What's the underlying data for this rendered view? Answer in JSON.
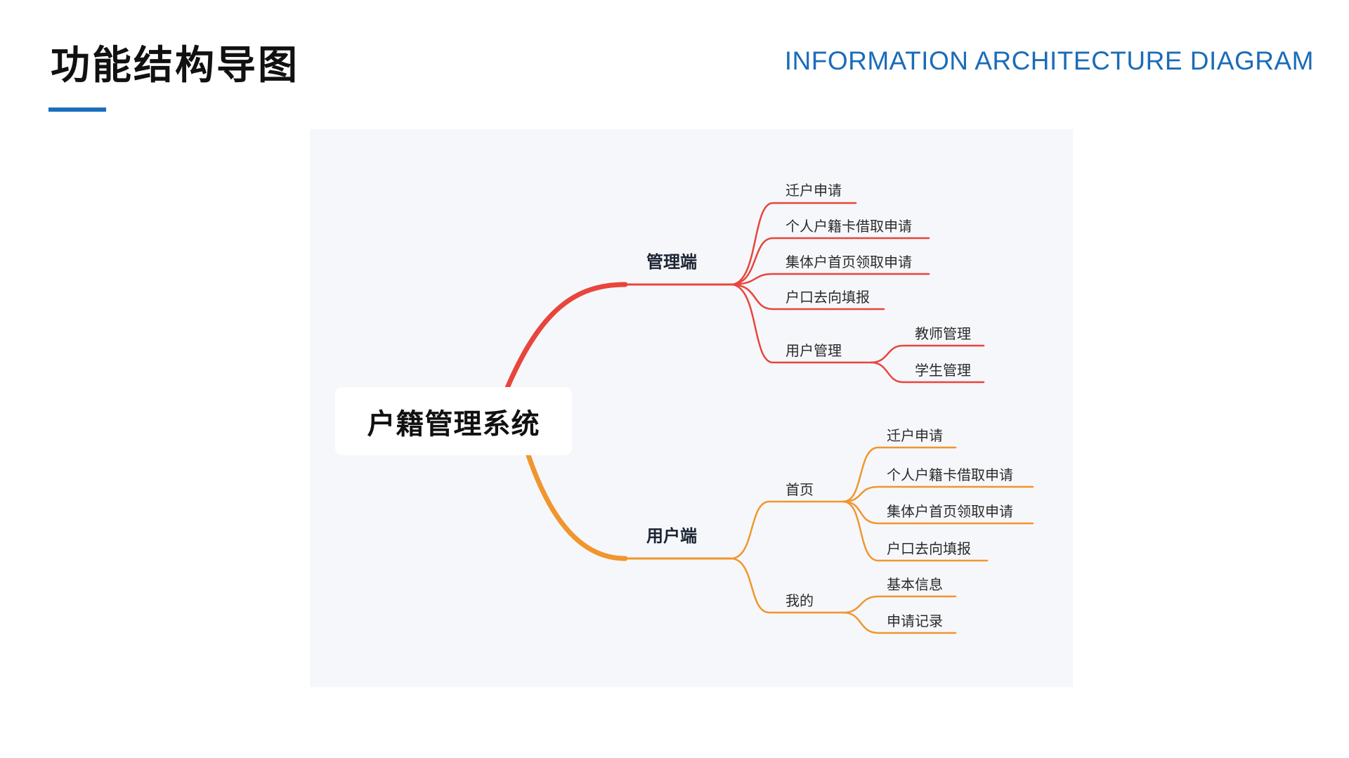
{
  "header": {
    "title": "功能结构导图",
    "subtitle": "INFORMATION ARCHITECTURE DIAGRAM",
    "accent_color": "#1a6fbd"
  },
  "mindmap": {
    "root": "户籍管理系统",
    "branches": [
      {
        "label": "管理端",
        "color": "#e8453c",
        "children": [
          {
            "label": "迁户申请",
            "children": []
          },
          {
            "label": "个人户籍卡借取申请",
            "children": []
          },
          {
            "label": "集体户首页领取申请",
            "children": []
          },
          {
            "label": "户口去向填报",
            "children": []
          },
          {
            "label": "用户管理",
            "children": [
              {
                "label": "教师管理"
              },
              {
                "label": "学生管理"
              }
            ]
          }
        ]
      },
      {
        "label": "用户端",
        "color": "#f0962e",
        "children": [
          {
            "label": "首页",
            "children": [
              {
                "label": "迁户申请"
              },
              {
                "label": "个人户籍卡借取申请"
              },
              {
                "label": "集体户首页领取申请"
              },
              {
                "label": "户口去向填报"
              }
            ]
          },
          {
            "label": "我的",
            "children": [
              {
                "label": "基本信息"
              },
              {
                "label": "申请记录"
              }
            ]
          }
        ]
      }
    ]
  }
}
